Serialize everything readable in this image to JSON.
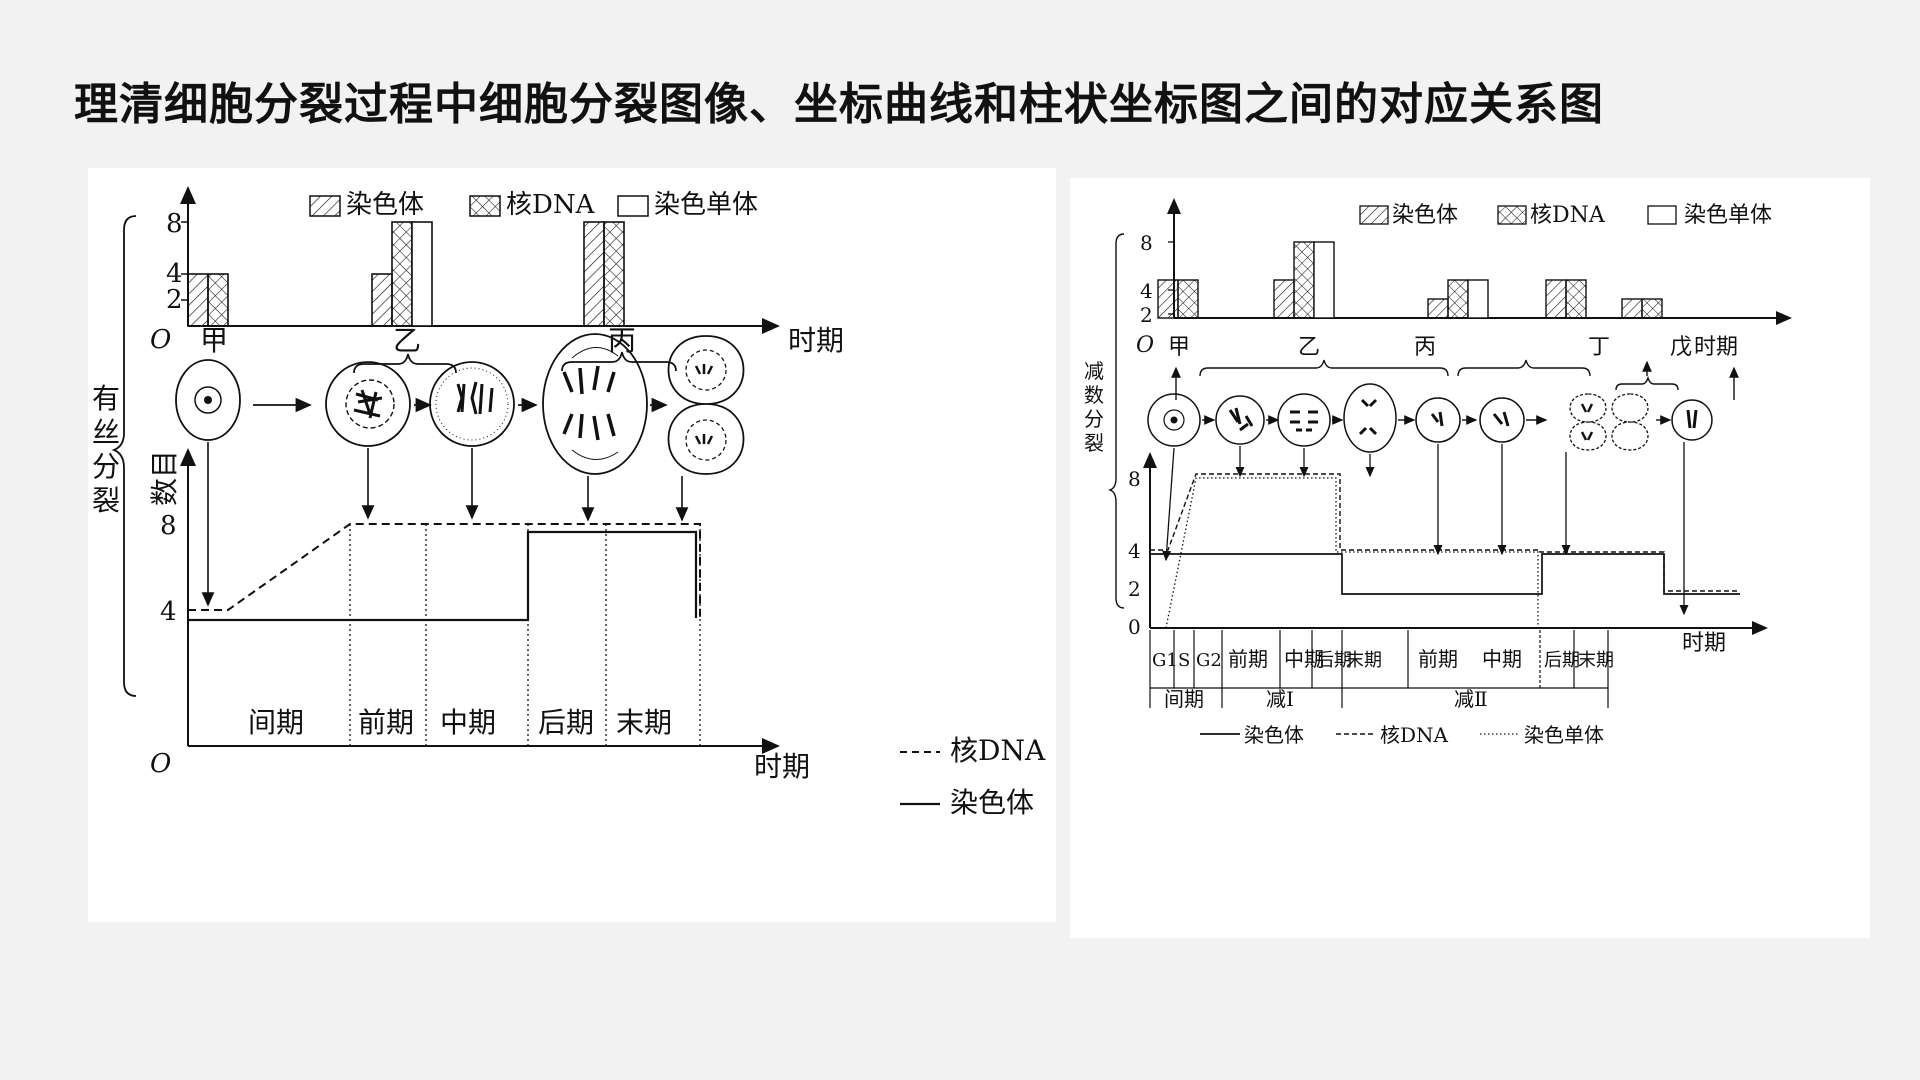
{
  "title": "理清细胞分裂过程中细胞分裂图像、坐标曲线和柱状坐标图之间的对应关系图",
  "legend": {
    "chromosome": "染色体",
    "dna": "核DNA",
    "chromatid": "染色单体"
  },
  "mitosis": {
    "side_label": "有丝分裂",
    "y_label": "数目",
    "origin": "O",
    "x_axis": "时期",
    "bar_ticks": [
      "8",
      "4",
      "2"
    ],
    "line_ticks": [
      "8",
      "4"
    ],
    "stages": [
      "甲",
      "乙",
      "丙"
    ],
    "phases": [
      "间期",
      "前期",
      "中期",
      "后期",
      "末期"
    ],
    "bars": [
      {
        "stage": "甲",
        "chromosome": 4,
        "dna": 4,
        "chromatid": 0
      },
      {
        "stage": "乙",
        "chromosome": 4,
        "dna": 8,
        "chromatid": 8
      },
      {
        "stage": "丙",
        "chromosome": 8,
        "dna": 8,
        "chromatid": 0
      }
    ]
  },
  "meiosis": {
    "side_label": "减数分裂",
    "origin": "O",
    "x_axis": "时期",
    "bar_ticks": [
      "8",
      "4",
      "2"
    ],
    "line_ticks": [
      "8",
      "4",
      "2",
      "0"
    ],
    "stages": [
      "甲",
      "乙",
      "丙",
      "丁",
      "戊"
    ],
    "phases_top": [
      "G1",
      "S",
      "G2",
      "前期",
      "中期",
      "后期",
      "末期",
      "前期",
      "中期",
      "后期",
      "末期"
    ],
    "phases_bottom": [
      "间期",
      "减Ⅰ",
      "减Ⅱ"
    ],
    "bars": [
      {
        "stage": "甲",
        "chromosome": 4,
        "dna": 4,
        "chromatid": 0
      },
      {
        "stage": "乙",
        "chromosome": 4,
        "dna": 8,
        "chromatid": 8
      },
      {
        "stage": "丙",
        "chromosome": 2,
        "dna": 4,
        "chromatid": 4
      },
      {
        "stage": "丁",
        "chromosome": 4,
        "dna": 4,
        "chromatid": 0
      },
      {
        "stage": "戊",
        "chromosome": 2,
        "dna": 2,
        "chromatid": 0
      }
    ]
  }
}
